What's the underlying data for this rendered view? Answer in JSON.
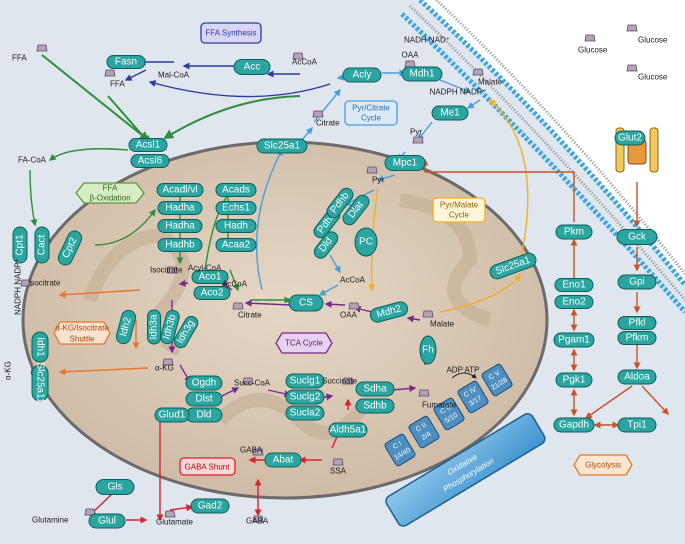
{
  "enzymes": {
    "fasn": "Fasn",
    "acc": "Acc",
    "acly": "Acly",
    "mdh1": "Mdh1",
    "me1": "Me1",
    "acsl1": "Acsl1",
    "acsl6": "Acsl6",
    "slc25a1_top": "Slc25a1",
    "mpc1": "Mpc1",
    "cpt1": "Cpt1",
    "cact": "Cact",
    "cpt2": "Cpt2",
    "acadvl": "Acadl/vl",
    "hadha1": "Hadha",
    "hadha2": "Hadha",
    "hadhb": "Hadhb",
    "acads": "Acads",
    "echs1": "Echs1",
    "hadh": "Hadh",
    "acaa2": "Acaa2",
    "pdha": "Pdha",
    "pdhb": "Pdhb",
    "dlat": "Dlat",
    "dld_pdh": "Dld",
    "pc": "PC",
    "aco1": "Aco1",
    "aco2": "Aco2",
    "cs": "CS",
    "mdh2": "Mdh2",
    "fh": "Fh",
    "slc25a1_right": "Slc25a1",
    "idh1": "Idh1",
    "slc25a11": "Slc25a11",
    "idh2": "Idh2",
    "idh3a": "Idh3a",
    "idh3b": "Idh3b",
    "idh3g": "Idh3g",
    "ogdh": "Ogdh",
    "dlst": "Dlst",
    "dld": "Dld",
    "sucla1": "Suclg1",
    "suclg2": "Suclg2",
    "sucla2": "Sucla2",
    "sdha": "Sdha",
    "sdhb": "Sdhb",
    "aldh5a1": "Aldh5a1",
    "abat": "Abat",
    "glud1": "Glud1",
    "gls": "Gls",
    "glul": "Glul",
    "gad2": "Gad2",
    "glut2": "Glut2",
    "gck": "Gck",
    "gpi": "Gpi",
    "pfkl": "Pfkl",
    "pfkm": "Pfkm",
    "aldoa": "Aldoa",
    "tpi1": "Tpi1",
    "gapdh": "Gapdh",
    "pgk1": "Pgk1",
    "pgam1": "Pgam1",
    "eno2": "Eno2",
    "eno1": "Eno1",
    "pkm": "Pkm"
  },
  "metabolites": {
    "ffa_top": "FFA",
    "ffa_small": "FFA",
    "mal_coa": "Mal-CoA",
    "acoa_top": "AcCoA",
    "oaa_top": "OAA",
    "nadh_nad": "NADH  NAD⁺",
    "malate_top": "Malate",
    "nadph_nadp_top": "NADPH  NADP⁺",
    "citrate_top": "Citrate",
    "pyr_top": "Pyr",
    "pyr_mid": "Pyr",
    "fa_coa": "FA-CoA",
    "acyl_coa": "Acyl-CoA",
    "acoa_mid": "AcCoA",
    "acoa_pdh": "AcCoA",
    "isocitrate_in": "Isocitrate",
    "citrate_in": "Citrate",
    "oaa_in": "OAA",
    "malate_in": "Malate",
    "isocitrate_out": "Isocitrate",
    "nadph_nadp_left": "NADPH  NADP⁺",
    "akg_out": "α-KG",
    "akg_in": "α-KG",
    "succ_coa": "Succ-CoA",
    "succinate": "Succinate",
    "fumarate": "Fumarate",
    "adp_atp": "ADP  ATP",
    "gaba_in": "GABA",
    "ssa": "SSA",
    "gaba_out": "GABA",
    "glutamine": "Glutamine",
    "glutamate": "Glutamate",
    "glucose1": "Glucose",
    "glucose2": "Glucose",
    "glucose3": "Glucose"
  },
  "boxes": {
    "ffa_synthesis": "FFA  Synthesis",
    "ffa_beta_1": "FFA",
    "ffa_beta_2": "β-Oxidation",
    "pyr_citrate_1": "Pyr/Citrate",
    "pyr_citrate_2": "Cycle",
    "pyr_malate_1": "Pyr/Malate",
    "pyr_malate_2": "Cycle",
    "akg_shuttle_1": "α-KG/Isocitrate",
    "akg_shuttle_2": "Shuttle",
    "tca_cycle": "TCA  Cycle",
    "gaba_shunt": "GABA Shunt",
    "glycolysis": "Glycolysis",
    "oxphos_1": "Oxidative",
    "oxphos_2": "Phosphorylation"
  },
  "complexes": [
    {
      "roman": "C I",
      "count": "14/40"
    },
    {
      "roman": "C II",
      "count": "2/4"
    },
    {
      "roman": "C III",
      "count": "5/10"
    },
    {
      "roman": "C IV",
      "count": "3/17"
    },
    {
      "roman": "C V",
      "count": "21/28"
    }
  ],
  "colors": {
    "enzyme": "#2aa5a0",
    "lipid": "#2f8f3a",
    "synthesis": "#2d3aa0",
    "transport": "#4a9fd8",
    "pyr_malate": "#f2b01e",
    "tca": "#7a2a8c",
    "glycolysis": "#c8542a",
    "gaba": "#d8232a",
    "shuttle": "#e8782a"
  }
}
